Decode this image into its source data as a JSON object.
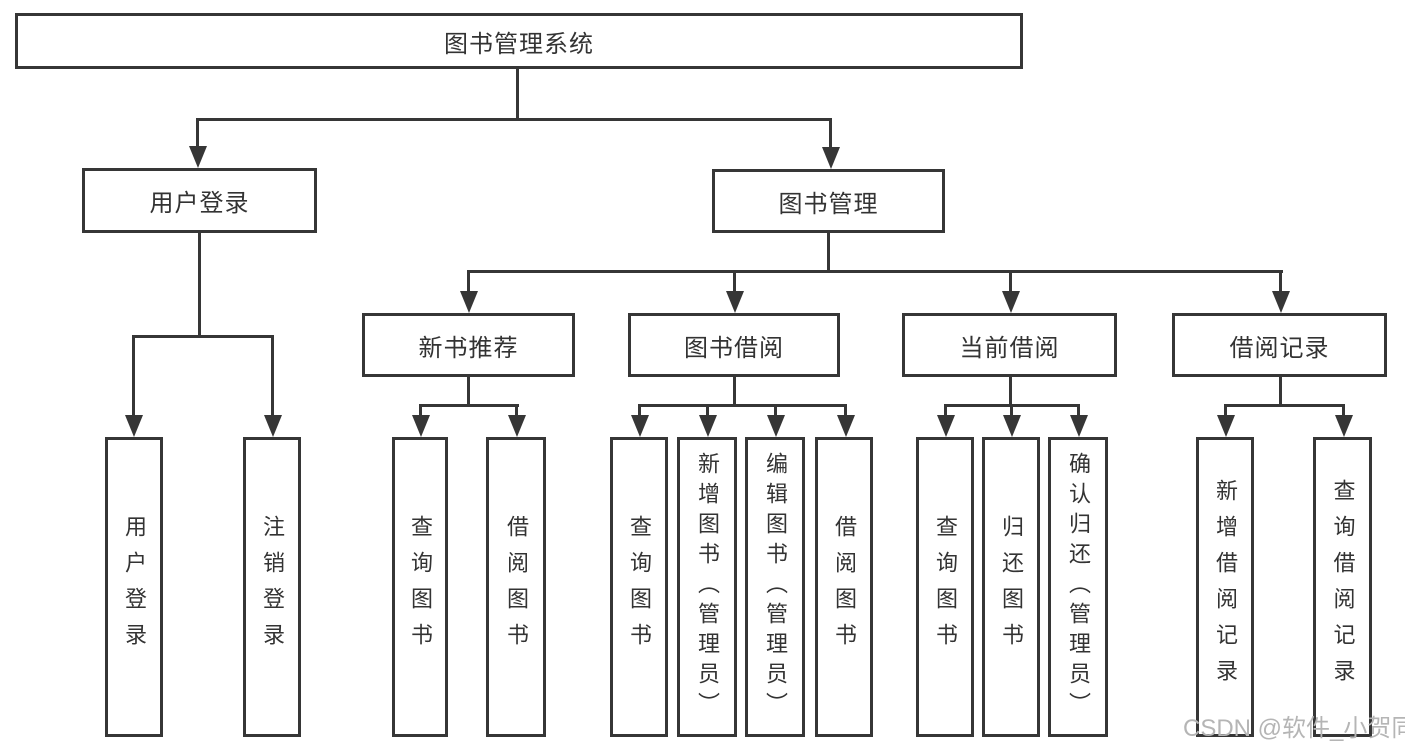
{
  "colors": {
    "line": "#363636",
    "box_border": "#363636",
    "text": "#333333",
    "watermark": "#b5b5b5",
    "background": "#ffffff"
  },
  "tree": {
    "root": "图书管理系统",
    "branches": [
      {
        "label": "用户登录",
        "children": [
          "用户登录",
          "注销登录"
        ]
      },
      {
        "label": "图书管理",
        "sections": [
          {
            "label": "新书推荐",
            "children": [
              "查询图书",
              "借阅图书"
            ]
          },
          {
            "label": "图书借阅",
            "children": [
              "查询图书",
              "新增图书（管理员）",
              "编辑图书（管理员）",
              "借阅图书"
            ]
          },
          {
            "label": "当前借阅",
            "children": [
              "查询图书",
              "归还图书",
              "确认归还（管理员）"
            ]
          },
          {
            "label": "借阅记录",
            "children": [
              "新增借阅记录",
              "查询借阅记录"
            ]
          }
        ]
      }
    ]
  },
  "watermark": "CSDN @软件_小贺同学"
}
